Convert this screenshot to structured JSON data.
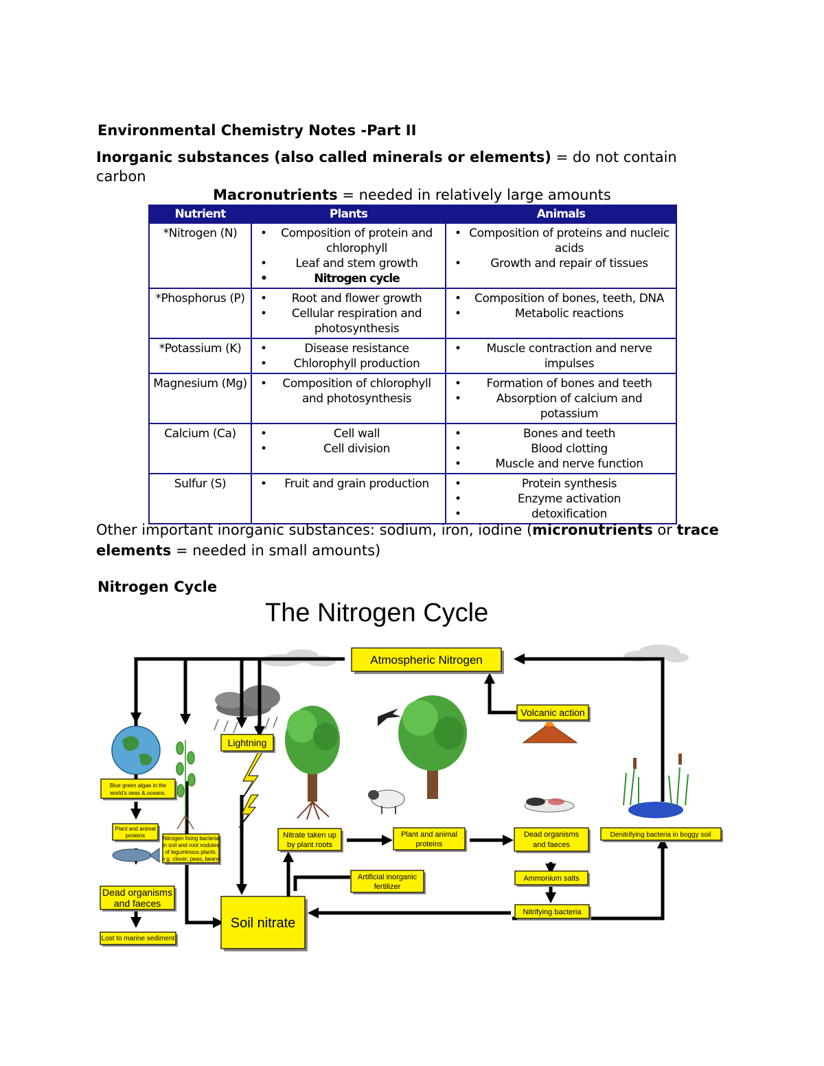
{
  "document": {
    "title": "Environmental Chemistry Notes -Part II",
    "intro_bold": "Inorganic substances (also called minerals or elements)",
    "intro_rest": " = do not contain carbon",
    "macro_bold": "Macronutrients",
    "macro_rest": " = needed in relatively large amounts"
  },
  "table": {
    "headers": [
      "Nutrient",
      "Plants",
      "Animals"
    ],
    "rows": [
      {
        "nutrient": "*Nitrogen (N)",
        "plants": [
          "Composition of protein and chlorophyll",
          "Leaf and stem growth",
          "Nitrogen cycle"
        ],
        "animals": [
          "Composition of proteins and nucleic acids",
          "Growth and repair of tissues"
        ]
      },
      {
        "nutrient": "*Phosphorus (P)",
        "plants": [
          "Root and flower growth",
          "Cellular respiration and photosynthesis"
        ],
        "animals": [
          "Composition of bones, teeth, DNA",
          "Metabolic reactions"
        ]
      },
      {
        "nutrient": "*Potassium (K)",
        "plants": [
          "Disease resistance",
          "Chlorophyll production"
        ],
        "animals": [
          "Muscle contraction and nerve impulses"
        ]
      },
      {
        "nutrient": "Magnesium (Mg)",
        "plants": [
          "Composition of chlorophyll and photosynthesis"
        ],
        "animals": [
          "Formation of bones and teeth",
          "Absorption of calcium and potassium"
        ]
      },
      {
        "nutrient": "Calcium (Ca)",
        "plants": [
          "Cell wall",
          "Cell division"
        ],
        "animals": [
          "Bones and teeth",
          "Blood clotting",
          "Muscle and nerve function"
        ]
      },
      {
        "nutrient": "Sulfur (S)",
        "plants": [
          "Fruit and grain production"
        ],
        "animals": [
          "Protein synthesis",
          "Enzyme activation",
          "detoxification"
        ]
      }
    ]
  },
  "other": {
    "part1": "Other important inorganic substances: sodium, iron, iodine (",
    "bold1": "micronutrients",
    "part2": " or ",
    "bold2": "trace elements",
    "part3": " = needed in small amounts)"
  },
  "section": {
    "nitrogen_cycle": "Nitrogen Cycle"
  },
  "diagram": {
    "title": "The Nitrogen Cycle",
    "atmospheric_nitrogen": "Atmospheric Nitrogen",
    "volcanic_action": "Volcanic action",
    "lightning": "Lightning",
    "blue_green_algae": [
      "Blue green algae in the",
      "world's seas & oceans."
    ],
    "plant_animal_proteins_small": [
      "Plant and animal",
      "proteins"
    ],
    "nitrogen_fixing_bacteria": [
      "Nitrogen fixing bacteria",
      "in soil and root nodules",
      "of leguminous plants.",
      "e.g. clover, peas, beans"
    ],
    "dead_organisms_left": [
      "Dead organisms",
      "and faeces"
    ],
    "lost_to_marine": "Lost to marine sediment",
    "nitrate_taken_up": [
      "Nitrate taken up",
      "by plant roots"
    ],
    "plant_animal_proteins": [
      "Plant and animal",
      "proteins"
    ],
    "dead_organisms_right": [
      "Dead organisms",
      "and faeces"
    ],
    "ammonium_salts": "Ammonium salts",
    "nitrifying_bacteria": "Nitrifying bacteria",
    "artificial_fertilizer": [
      "Artificial inorganic",
      "fertilizer"
    ],
    "soil_nitrate": "Soil nitrate",
    "denitrifying_bacteria": "Denitrifying bacteria in boggy soil"
  },
  "colors": {
    "table_border": "#16168a",
    "label_box": "#fff200"
  }
}
